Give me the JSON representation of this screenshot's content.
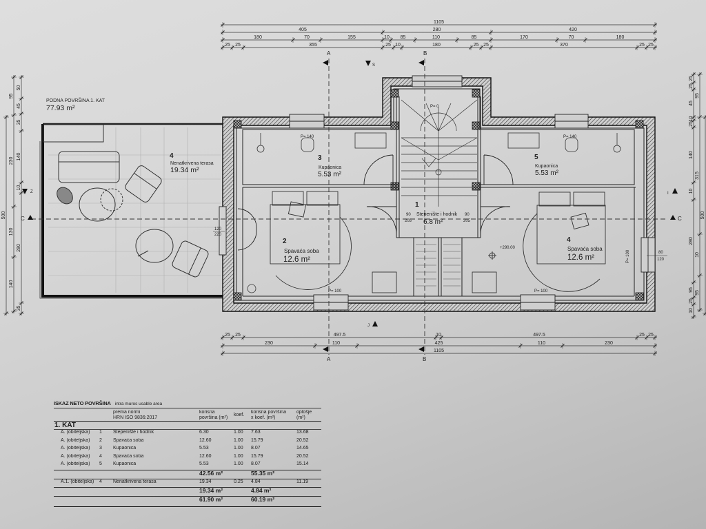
{
  "header": {
    "title": "PODNA POVRŠINA 1. KAT",
    "area": "77.93 m²"
  },
  "rooms": [
    {
      "num": "1",
      "name": "Stepenište i hodnik",
      "area": "6.8 m²"
    },
    {
      "num": "2",
      "name": "Spavaća soba",
      "area": "12.6 m²"
    },
    {
      "num": "3",
      "name": "Kupaonica",
      "area": "5.53 m²"
    },
    {
      "num": "4",
      "name": "Spavaća soba",
      "area": "12.6 m²"
    },
    {
      "num": "5",
      "name": "Kupaonica",
      "area": "5.53 m²"
    },
    {
      "num": "4",
      "name": "Nenatkrivena terasa",
      "area": "19.34 m²"
    }
  ],
  "annotations": {
    "stair_p": "P= 0",
    "bath3_p": "P= 140",
    "bath5_p": "P= 140",
    "bed2_p": "P= 100",
    "bed4_p": "P= 100",
    "bed4_side_p": "P= 100",
    "level": "+290.00",
    "door_left_top": "120",
    "door_left_bottom": "220",
    "window_right_top": "80",
    "window_right_bottom": "120",
    "door_hall_left_top": "90",
    "door_hall_left_bottom": "205",
    "door_hall_right_top": "90",
    "door_hall_right_bottom": "205"
  },
  "section_markers": {
    "a_top": "A",
    "b_top": "B",
    "a_bottom": "A",
    "b_bottom": "B",
    "s": "S",
    "j": "J",
    "z": "Z",
    "c_left": "C",
    "c_right": "C",
    "i": "I"
  },
  "dimensions": {
    "top": [
      [
        "1105"
      ],
      [
        "405",
        "280",
        "420"
      ],
      [
        "180",
        "70",
        "155",
        "10",
        "85",
        "110",
        "85",
        "170",
        "70",
        "180"
      ],
      [
        "25",
        "25",
        "355",
        "25",
        "10",
        "180",
        "25",
        "25",
        "370",
        "25",
        "25"
      ]
    ],
    "bottom": [
      [
        "25",
        "25",
        "497.5",
        "10",
        "497.5",
        "25",
        "25"
      ],
      [
        "230",
        "110",
        "425",
        "110",
        "230"
      ],
      [
        "1105"
      ]
    ],
    "left": [
      [
        "500"
      ],
      [
        "95",
        "230",
        "130",
        "140"
      ],
      [
        "50",
        "45",
        "35",
        "140",
        "10",
        "280",
        "35"
      ]
    ],
    "right": [
      [
        "25",
        "25",
        "45",
        "10",
        "25",
        "140",
        "10",
        "280",
        "95",
        "25",
        "10"
      ],
      [
        "95",
        "315",
        "10",
        "95"
      ],
      [
        "500"
      ]
    ]
  },
  "table": {
    "title": "ISKAZ NETO POVRŠINA",
    "subtitle": "intra muros usable area",
    "headers": {
      "norm": "prema normi",
      "norm2": "HRN ISO 9836:2017",
      "area": "korisna",
      "area2": "površina (m²)",
      "koef": "koef.",
      "kx": "korisna površina",
      "kx2": "x koef. (m²)",
      "opl": "oplošje",
      "opl2": "(m²)"
    },
    "section": "1. KAT",
    "rows": [
      {
        "cat": "A. (obiteljska)",
        "num": "1",
        "name": "Stepenište i hodnik",
        "area": "6.30",
        "koef": "1.00",
        "kx": "7.63",
        "opl": "13.68"
      },
      {
        "cat": "A. (obiteljska)",
        "num": "2",
        "name": "Spavaća soba",
        "area": "12.60",
        "koef": "1.00",
        "kx": "15.79",
        "opl": "20.52"
      },
      {
        "cat": "A. (obiteljska)",
        "num": "3",
        "name": "Kupaonica",
        "area": "5.53",
        "koef": "1.00",
        "kx": "8.07",
        "opl": "14.65"
      },
      {
        "cat": "A. (obiteljska)",
        "num": "4",
        "name": "Spavaća soba",
        "area": "12.60",
        "koef": "1.00",
        "kx": "15.79",
        "opl": "20.52"
      },
      {
        "cat": "A. (obiteljska)",
        "num": "5",
        "name": "Kupaonica",
        "area": "5.53",
        "koef": "1.00",
        "kx": "8.07",
        "opl": "15.14"
      }
    ],
    "subtotal1": {
      "area": "42.56 m²",
      "kx": "55.35 m²"
    },
    "terrace_row": {
      "cat": "A.1. (obiteljska)",
      "num": "4",
      "name": "Nenatkrivena terasa",
      "area": "19.34",
      "koef": "0.25",
      "kx": "4.84",
      "opl": "11.19"
    },
    "subtotal2": {
      "area": "19.34 m²",
      "kx": "4.84 m²"
    },
    "total": {
      "area": "61.90 m²",
      "kx": "60.19 m²"
    }
  }
}
